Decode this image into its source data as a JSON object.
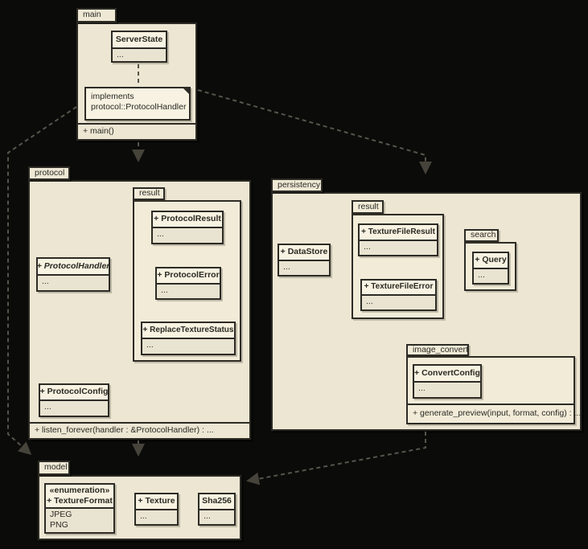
{
  "main_pkg": {
    "tab": "main",
    "footer": "+ main()",
    "server_state": {
      "name": "ServerState",
      "attrs": "..."
    },
    "note": {
      "line1": "implements",
      "line2": "protocol::ProtocolHandler"
    }
  },
  "protocol_pkg": {
    "tab": "protocol",
    "footer": "+ listen_forever(handler : &ProtocolHandler) : ...",
    "handler": {
      "name": "+ ProtocolHandler",
      "attrs": "..."
    },
    "config": {
      "name": "+ ProtocolConfig",
      "attrs": "..."
    },
    "result_pkg": {
      "tab": "result",
      "result": {
        "name": "+ ProtocolResult",
        "attrs": "..."
      },
      "error": {
        "name": "+ ProtocolError",
        "attrs": "..."
      },
      "replace_status": {
        "name": "+ ReplaceTextureStatus",
        "attrs": "..."
      }
    }
  },
  "persistency_pkg": {
    "tab": "persistency",
    "datastore": {
      "name": "+ DataStore",
      "attrs": "..."
    },
    "result_pkg": {
      "tab": "result",
      "file_result": {
        "name": "+ TextureFileResult",
        "attrs": "..."
      },
      "file_error": {
        "name": "+ TextureFileError",
        "attrs": "..."
      }
    },
    "search_pkg": {
      "tab": "search",
      "query": {
        "name": "+ Query",
        "attrs": "..."
      }
    },
    "image_convert_pkg": {
      "tab": "image_convert",
      "footer": "+ generate_preview(input, format, config) : ...",
      "convert_config": {
        "name": "+ ConvertConfig",
        "attrs": "..."
      }
    }
  },
  "model_pkg": {
    "tab": "model",
    "texture_format": {
      "stereotype": "«enumeration»",
      "name": "+ TextureFormat",
      "attr1": "JPEG",
      "attr2": "PNG"
    },
    "texture": {
      "name": "+ Texture",
      "attrs": "..."
    },
    "sha256": {
      "name": "Sha256",
      "attrs": "..."
    }
  },
  "relations": {
    "note_to_serverstate": "dashed link",
    "main_to_protocol": "dashed dependency arrow",
    "main_to_persistency": "dashed dependency arrow",
    "main_to_model": "dashed dependency arrow",
    "protocol_to_model": "dashed dependency arrow",
    "persistency_to_model": "dashed dependency arrow"
  },
  "colors": {
    "background": "#0b0b09",
    "package_fill": "#ece6d3",
    "nested_package_fill": "#f1ebd8",
    "class_header_fill": "#f7f2e1",
    "class_attr_fill": "#e9e3d1",
    "border": "#2d2b25",
    "connector": "#56544b"
  }
}
